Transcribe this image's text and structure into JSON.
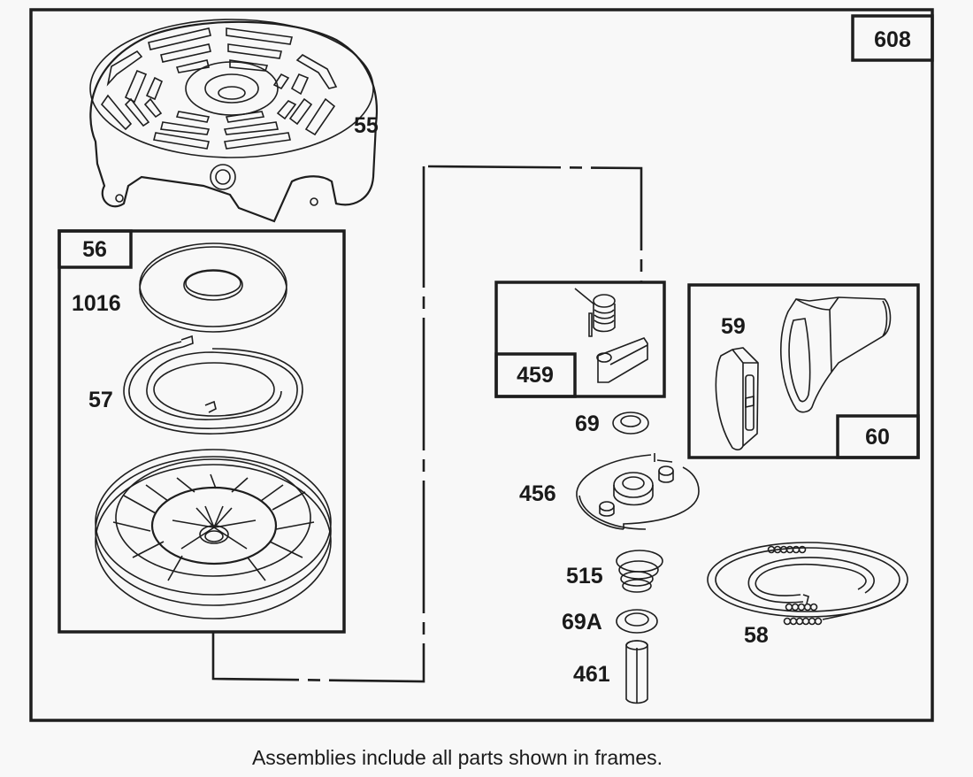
{
  "diagram": {
    "assembly_number": "608",
    "caption": "Assemblies include all parts shown in frames.",
    "sub_assemblies": [
      {
        "number": "56",
        "parts": [
          "1016",
          "57",
          "pulley"
        ]
      },
      {
        "number": "459",
        "parts": [
          "spring",
          "pawl"
        ]
      },
      {
        "number": "60",
        "parts": [
          "59",
          "handle"
        ]
      }
    ],
    "part_labels": {
      "p55": "55",
      "p56": "56",
      "p1016": "1016",
      "p57": "57",
      "p459": "459",
      "p59": "59",
      "p60": "60",
      "p69": "69",
      "p456": "456",
      "p515": "515",
      "p69a": "69A",
      "p461": "461",
      "p58": "58",
      "p608": "608"
    }
  }
}
